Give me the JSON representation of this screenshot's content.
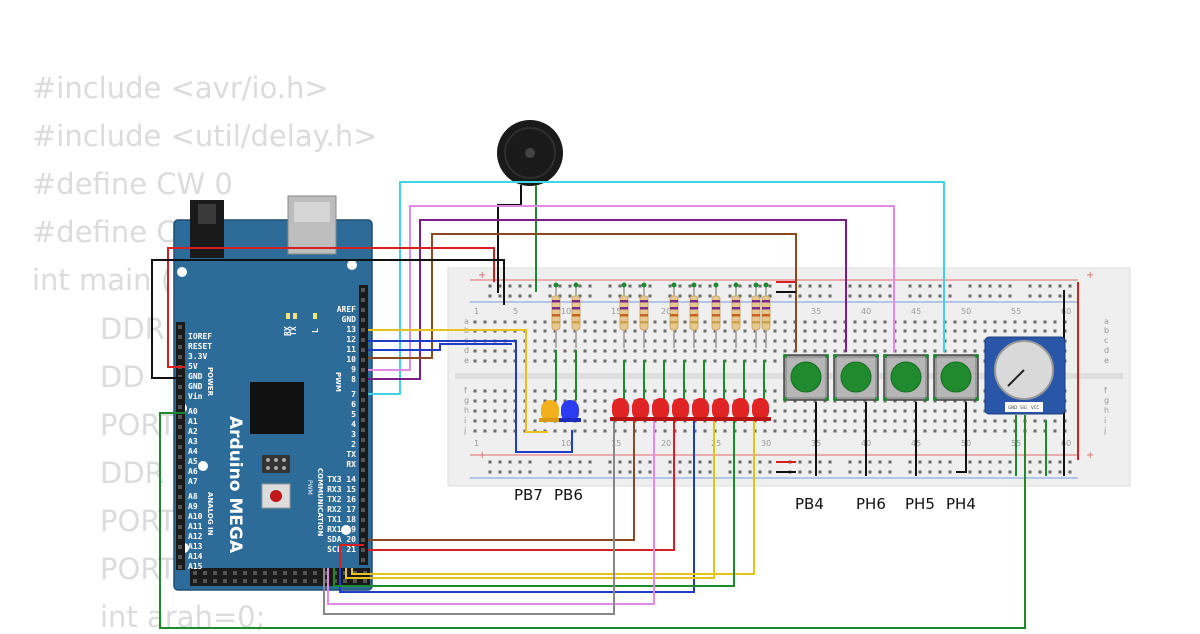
{
  "code": {
    "lines": [
      "#include <avr/io.h>",
      "#include <util/delay.h>",
      "#define CW 0",
      "#define C",
      "int main (",
      "DDR",
      "DD",
      "PORT",
      "DDR",
      "PORT",
      "PORT",
      "int arah=0;"
    ]
  },
  "board": {
    "name": "Arduino MEGA",
    "section_power": "POWER",
    "section_analog": "ANALOG IN",
    "section_comm": "COMMUNICATION",
    "section_pwm": "PWM",
    "pwm_small": "PWM",
    "left_pins": [
      "IOREF",
      "RESET",
      "3.3V",
      "5V",
      "GND",
      "GND",
      "Vin",
      "A0",
      "A1",
      "A2",
      "A3",
      "A4",
      "A5",
      "A6",
      "A7",
      "A8",
      "A9",
      "A10",
      "A11",
      "A12",
      "A13",
      "A14",
      "A15"
    ],
    "right_pins": [
      "AREF",
      "GND",
      "13",
      "12",
      "11",
      "10",
      "9",
      "8",
      "7",
      "6",
      "5",
      "4",
      "3",
      "2",
      "TX",
      "RX",
      "TX3 14",
      "RX3 15",
      "TX2 16",
      "RX2 17",
      "TX1 18",
      "RX1 19",
      "SDA 20",
      "SCL 21"
    ],
    "leds": [
      "TX",
      "RX",
      "L"
    ]
  },
  "breadboard": {
    "row_letters_top": [
      "a",
      "b",
      "c",
      "d",
      "e"
    ],
    "row_letters_bottom": [
      "f",
      "g",
      "h",
      "i",
      "j"
    ],
    "column_numbers": [
      "1",
      "5",
      "10",
      "15",
      "20",
      "25",
      "30",
      "35",
      "40",
      "45",
      "50",
      "55",
      "60"
    ],
    "rail_plus": "+",
    "rail_minus": "-"
  },
  "labels": {
    "led_labels": [
      "PB7",
      "PB6"
    ],
    "button_labels": [
      "PB4",
      "PH6",
      "PH5",
      "PH4"
    ]
  },
  "pot_pins": [
    "GND",
    "SIG",
    "VCC"
  ],
  "colors": {
    "board": "#2d6b98",
    "breadboard": "#f0f0f0",
    "button": "#1f8a2e",
    "led_red": "#e02424",
    "led_yellow": "#f1b01c",
    "led_blue": "#2b3cf0",
    "wire_cyan": "#3fd3e6",
    "wire_pink": "#e28ae4",
    "wire_purple": "#7a1f86",
    "wire_brown": "#8a4a1e",
    "wire_red": "#d81e1e",
    "wire_black": "#111111",
    "wire_yellow": "#e8c21b",
    "wire_blue": "#1e3cc8",
    "wire_green": "#1d8a30",
    "wire_gray": "#888888"
  }
}
